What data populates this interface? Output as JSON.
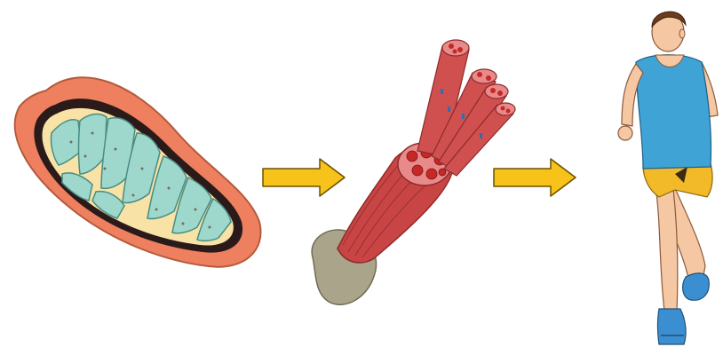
{
  "diagram": {
    "stages": [
      {
        "id": "mitochondrion",
        "icon": "mitochondrion-icon"
      },
      {
        "id": "muscle",
        "icon": "muscle-fiber-icon"
      },
      {
        "id": "runner",
        "icon": "runner-icon"
      }
    ],
    "arrows": [
      {
        "from": "mitochondrion",
        "to": "muscle",
        "icon": "arrow-right-icon"
      },
      {
        "from": "muscle",
        "to": "runner",
        "icon": "arrow-right-icon"
      }
    ],
    "colors": {
      "arrow_fill": "#F7C21A",
      "arrow_stroke": "#6b5200",
      "mito_outer": "#EE8060",
      "mito_inner": "#2a1a1a",
      "mito_matrix": "#F8E2A6",
      "mito_cristae": "#9ED8CC",
      "muscle": "#C94545",
      "muscle_dark": "#8e2a2a",
      "tendon": "#A9A48A",
      "skin": "#F5C7A2",
      "shirt": "#3FA3D6",
      "shorts": "#F2B928",
      "shoe": "#3B8FD0"
    }
  }
}
